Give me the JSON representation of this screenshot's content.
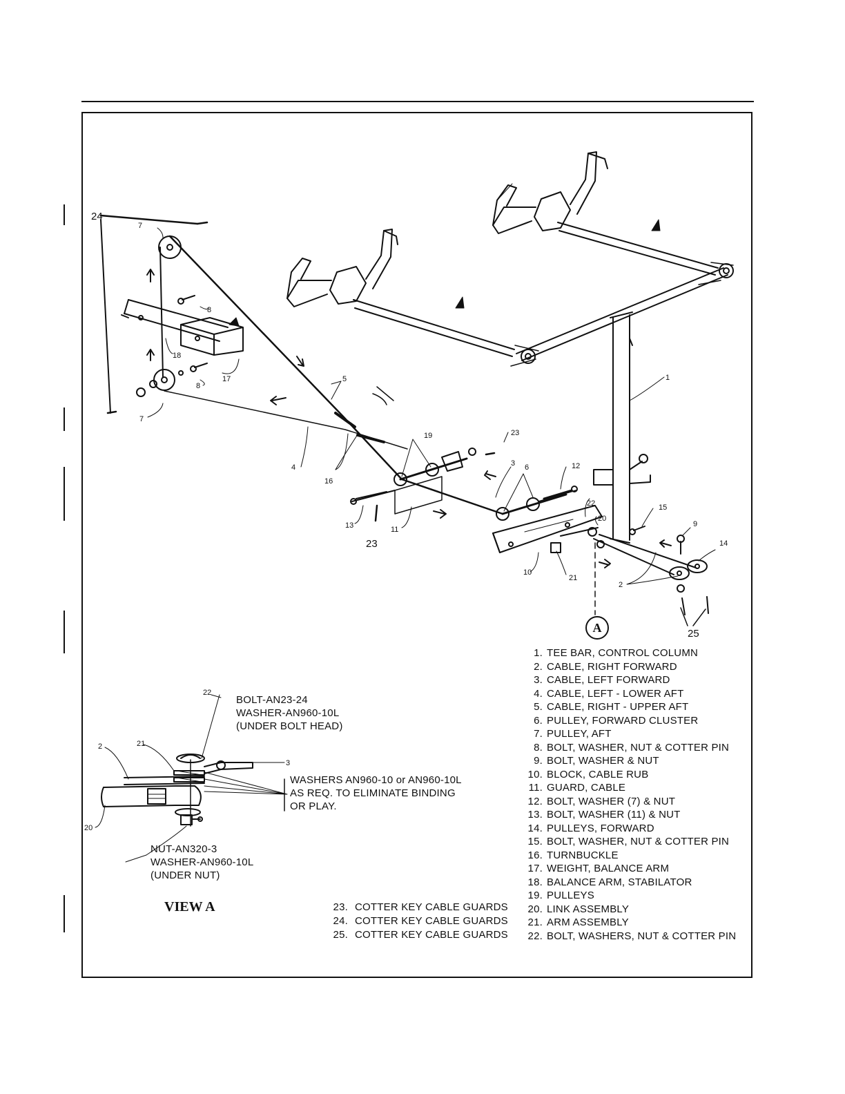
{
  "callouts": {
    "c1": "1",
    "c2": "2",
    "c3": "3",
    "c4": "4",
    "c5": "5",
    "c6": "6",
    "c7": "7",
    "c8": "8",
    "c9": "9",
    "c10": "10",
    "c11": "11",
    "c12": "12",
    "c13": "13",
    "c14": "14",
    "c15": "15",
    "c16": "16",
    "c17": "17",
    "c18": "18",
    "c19": "19",
    "c20": "20",
    "c21": "21",
    "c22": "22",
    "c23": "23",
    "c24": "24",
    "c25": "25"
  },
  "view_marker": "A",
  "view_title": "VIEW A",
  "view_a": {
    "bolt_note": [
      "BOLT-AN23-24",
      "WASHER-AN960-10L",
      "(UNDER BOLT HEAD)"
    ],
    "washer_note": [
      "WASHERS AN960-10 or AN960-10L",
      "AS REQ. TO ELIMINATE BINDING",
      "OR PLAY."
    ],
    "nut_note": [
      "NUT-AN320-3",
      "WASHER-AN960-10L",
      "(UNDER NUT)"
    ]
  },
  "legend": [
    {
      "num": "1.",
      "text": "TEE BAR, CONTROL COLUMN"
    },
    {
      "num": "2.",
      "text": "CABLE, RIGHT FORWARD"
    },
    {
      "num": "3.",
      "text": "CABLE, LEFT FORWARD"
    },
    {
      "num": "4.",
      "text": "CABLE, LEFT - LOWER AFT"
    },
    {
      "num": "5.",
      "text": "CABLE, RIGHT - UPPER AFT"
    },
    {
      "num": "6.",
      "text": "PULLEY, FORWARD CLUSTER"
    },
    {
      "num": "7.",
      "text": "PULLEY, AFT"
    },
    {
      "num": "8.",
      "text": "BOLT, WASHER, NUT & COTTER PIN"
    },
    {
      "num": "9.",
      "text": "BOLT, WASHER & NUT"
    },
    {
      "num": "10.",
      "text": "BLOCK, CABLE RUB"
    },
    {
      "num": "11.",
      "text": "GUARD, CABLE"
    },
    {
      "num": "12.",
      "text": "BOLT, WASHER (7) & NUT"
    },
    {
      "num": "13.",
      "text": "BOLT, WASHER (11) & NUT"
    },
    {
      "num": "14.",
      "text": "PULLEYS, FORWARD"
    },
    {
      "num": "15.",
      "text": "BOLT, WASHER, NUT & COTTER PIN"
    },
    {
      "num": "16.",
      "text": "TURNBUCKLE"
    },
    {
      "num": "17.",
      "text": "WEIGHT, BALANCE ARM"
    },
    {
      "num": "18.",
      "text": "BALANCE ARM, STABILATOR"
    },
    {
      "num": "19.",
      "text": "PULLEYS"
    },
    {
      "num": "20.",
      "text": "LINK ASSEMBLY"
    },
    {
      "num": "21.",
      "text": "ARM ASSEMBLY"
    },
    {
      "num": "22.",
      "text": "BOLT, WASHERS, NUT & COTTER PIN"
    }
  ],
  "legend_guards": [
    {
      "num": "23.",
      "text": "COTTER KEY CABLE GUARDS"
    },
    {
      "num": "24.",
      "text": "COTTER KEY CABLE GUARDS"
    },
    {
      "num": "25.",
      "text": "COTTER KEY CABLE GUARDS"
    }
  ]
}
